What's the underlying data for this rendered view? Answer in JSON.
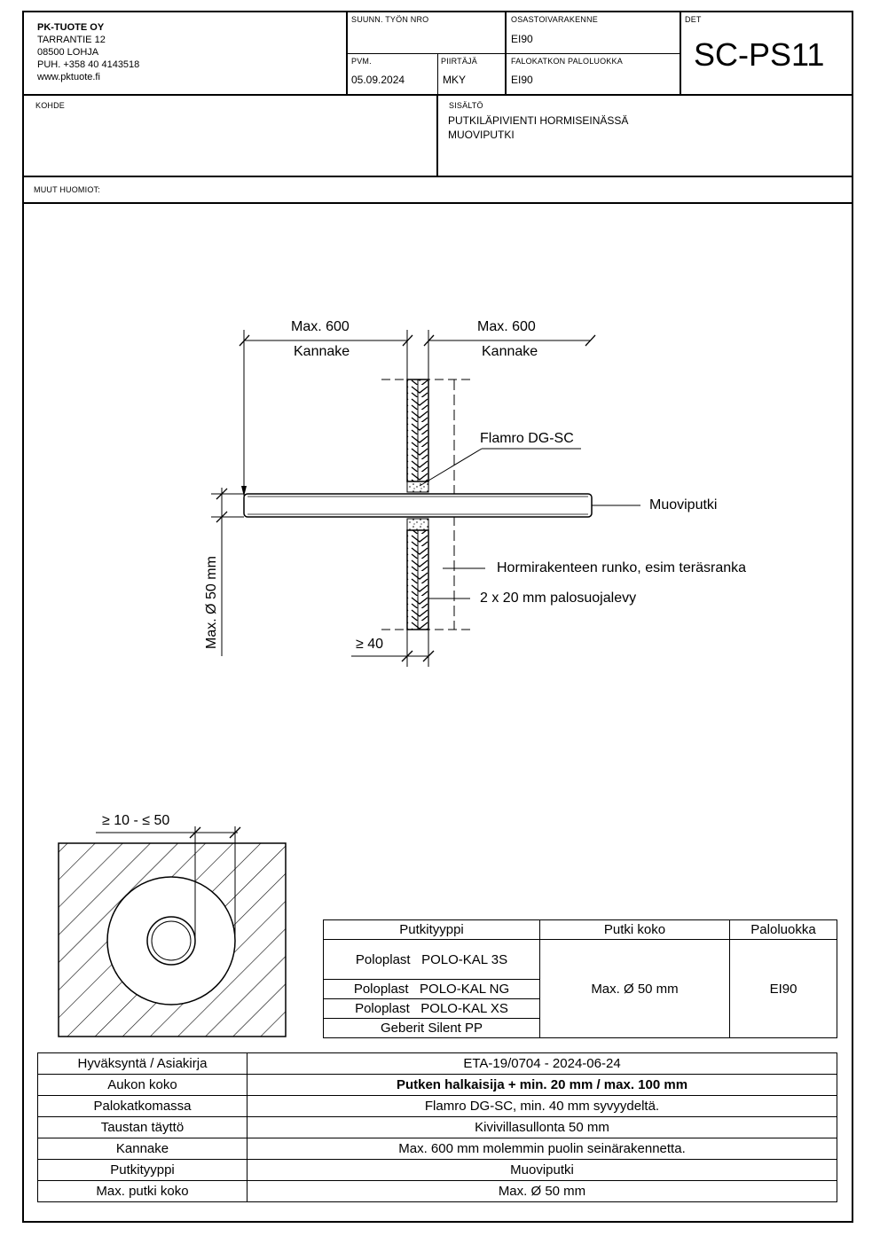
{
  "company": {
    "name": "PK-TUOTE OY",
    "street": "TARRANTIE 12",
    "city": "08500 LOHJA",
    "phone": "PUH. +358 40 4143518",
    "web": "www.pktuote.fi"
  },
  "header": {
    "suunn_label": "SUUNN. TYÖN NRO",
    "suunn_value": "",
    "osasto_label": "OSASTOIVARAKENNE",
    "osasto_value": "EI90",
    "det_label": "DET",
    "det_value": "SC-PS11",
    "pvm_label": "PVM.",
    "pvm_value": "05.09.2024",
    "piirtaja_label": "PIIRTÄJÄ",
    "piirtaja_value": "MKY",
    "palo_label": "FALOKATKON PALOLUOKKA",
    "palo_value": "EI90",
    "kohde_label": "KOHDE",
    "sisalto_label": "SISÄLTÖ",
    "sisalto_line1": "PUTKILÄPIVIENTI HORMISEINÄSSÄ",
    "sisalto_line2": "MUOVIPUTKI",
    "muut_label": "MUUT HUOMIOT:"
  },
  "drawing": {
    "dim_left_top": "Max. 600",
    "dim_left_bottom": "Kannake",
    "dim_right_top": "Max. 600",
    "dim_right_bottom": "Kannake",
    "label_sealant": "Flamro DG-SC",
    "label_pipe": "Muoviputki",
    "label_frame": "Hormirakenteen runko, esim teräsranka",
    "label_board": "2 x 20 mm palosuojalevy",
    "label_depth": "≥ 40",
    "label_diameter": "Max. Ø 50 mm",
    "label_gap": "≥ 10 - ≤ 50"
  },
  "pipe_table": {
    "headers": [
      "Putkityyppi",
      "Putki koko",
      "Paloluokka"
    ],
    "rows": [
      "Poloplast   POLO-KAL 3S",
      "Poloplast   POLO-KAL NG",
      "Poloplast   POLO-KAL XS",
      "Geberit Silent PP"
    ],
    "size": "Max. Ø 50 mm",
    "class": "EI90"
  },
  "spec_table": {
    "rows": [
      {
        "label": "Hyväksyntä / Asiakirja",
        "value": "ETA-19/0704 - 2024-06-24"
      },
      {
        "label": "Aukon koko",
        "value": "Putken halkaisija + min. 20 mm / max. 100 mm"
      },
      {
        "label": "Palokatkomassa",
        "value": "Flamro DG-SC, min. 40 mm syvyydeltä."
      },
      {
        "label": "Taustan täyttö",
        "value": "Kivivillasullonta 50 mm"
      },
      {
        "label": "Kannake",
        "value": "Max. 600 mm molemmin puolin seinärakennetta."
      },
      {
        "label": "Putkityyppi",
        "value": "Muoviputki"
      },
      {
        "label": "Max. putki koko",
        "value": "Max. Ø 50 mm"
      }
    ]
  }
}
